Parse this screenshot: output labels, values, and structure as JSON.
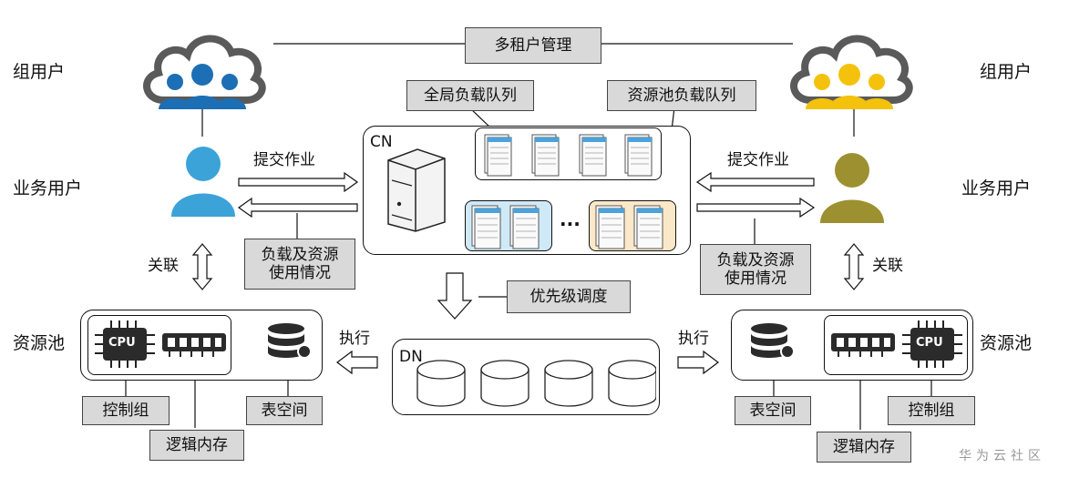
{
  "top": {
    "multi_tenant": "多租户管理",
    "global_queue": "全局负载队列",
    "pool_queue": "资源池负载队列"
  },
  "left": {
    "group_user": "组用户",
    "business_user": "业务用户",
    "submit_job": "提交作业",
    "load_usage": "负载及资源\n使用情况",
    "associate": "关联",
    "resource_pool": "资源池",
    "control_group": "控制组",
    "logical_memory": "逻辑内存",
    "tablespace": "表空间",
    "execute": "执行"
  },
  "right": {
    "group_user": "组用户",
    "business_user": "业务用户",
    "submit_job": "提交作业",
    "load_usage": "负载及资源\n使用情况",
    "associate": "关联",
    "resource_pool": "资源池",
    "control_group": "控制组",
    "logical_memory": "逻辑内存",
    "tablespace": "表空间",
    "execute": "执行"
  },
  "center": {
    "cn": "CN",
    "dn": "DN",
    "ellipsis": "···",
    "priority": "优先级调度",
    "cpu": "CPU"
  },
  "watermark": "华为云社区",
  "colors": {
    "blue_group": "#1c6fb5",
    "blue_user": "#3ba3d8",
    "yellow_group": "#f4c20d",
    "olive_user": "#9c9030",
    "queue_blue": "#cfe9f7",
    "queue_yellow": "#fbe8c8"
  }
}
